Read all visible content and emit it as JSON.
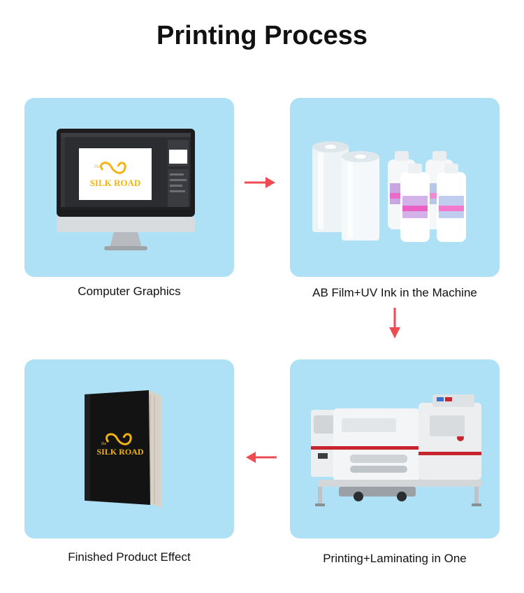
{
  "title": "Printing Process",
  "steps": [
    {
      "caption": "Computer Graphics",
      "image": "monitor-image"
    },
    {
      "caption": "AB Film+UV Ink in the Machine",
      "image": "film-rolls-and-ink-bottles-image"
    },
    {
      "caption": "Printing+Laminating in One",
      "image": "printer-machine-image"
    },
    {
      "caption": "Finished Product Effect",
      "image": "printed-book-image"
    }
  ],
  "logo": {
    "small": "the",
    "main": "SILK ROAD"
  },
  "colors": {
    "card": "#aee0f6",
    "arrow": "#ef4b52",
    "logo_gold": "#f2b411"
  }
}
